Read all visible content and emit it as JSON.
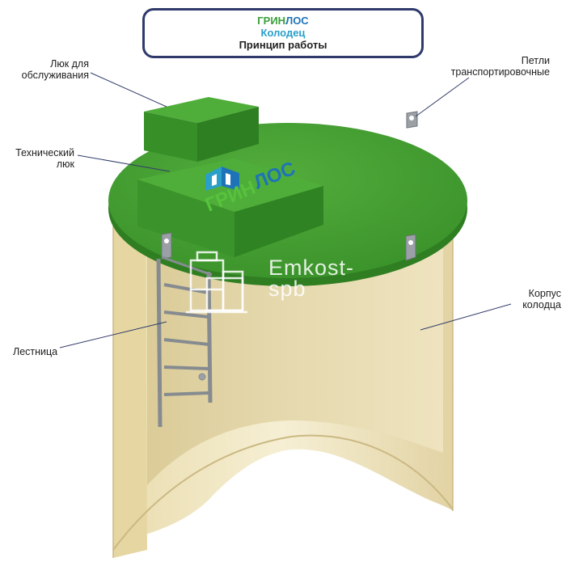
{
  "title": {
    "brand_green": "ГРИН",
    "brand_blue": "ЛОС",
    "subtitle": "Колодец",
    "caption": "Принцип работы"
  },
  "labels": {
    "service_hatch": [
      "Люк для",
      "обслуживания"
    ],
    "tech_hatch": [
      "Технический",
      "люк"
    ],
    "lifting_loops": [
      "Петли",
      "транспортировочные"
    ],
    "body": [
      "Корпус",
      "колодца"
    ],
    "ladder": "Лестница"
  },
  "lid_logo": {
    "green": "ГРИН",
    "blue": "ЛОС"
  },
  "watermark": [
    "Emkost-",
    "spb"
  ],
  "colors": {
    "lid": "#3f9a2e",
    "lid_dark": "#2f7e22",
    "body": "#efe6c4",
    "frame": "#2f3a6b",
    "ladder": "#8a8f94"
  }
}
